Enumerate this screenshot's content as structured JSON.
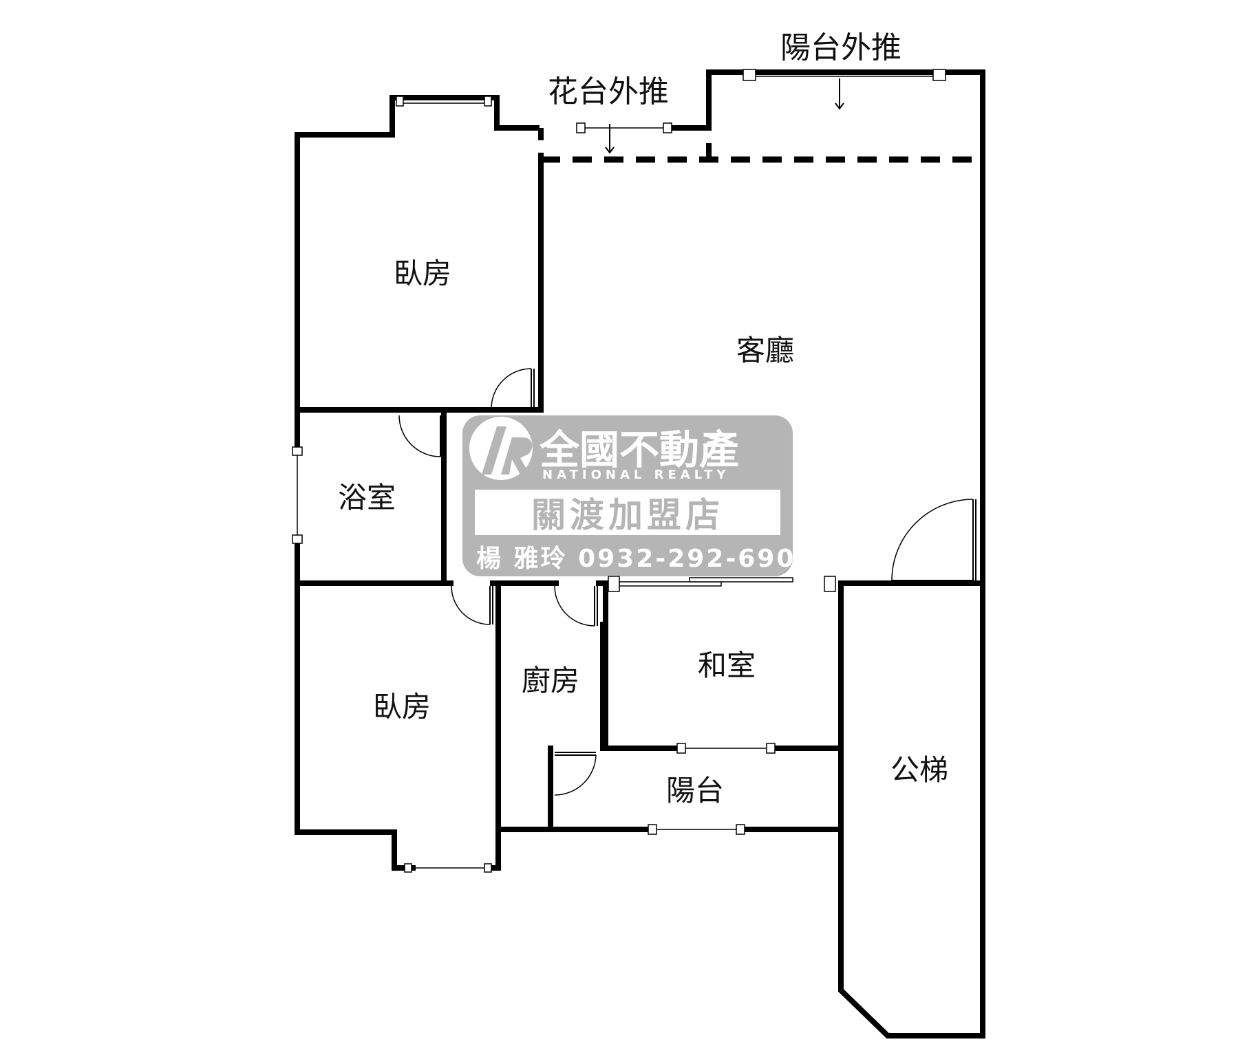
{
  "labels": {
    "bedroom_top": "臥房",
    "living_room": "客廳",
    "bathroom": "浴室",
    "bedroom_bottom": "臥房",
    "kitchen": "廚房",
    "tatami_room": "和室",
    "balcony": "陽台",
    "public_stairs": "公梯",
    "flower_bed_ext": "花台外推",
    "balcony_ext": "陽台外推"
  },
  "watermark": {
    "brand_zh": "全國不動產",
    "brand_en": "NATIONAL REALTY",
    "branch": "關渡加盟店",
    "agent": "楊 雅玲 0932-292-690"
  },
  "colors": {
    "wall": "#000000",
    "watermark_bg": "#8c8c8c",
    "watermark_text": "#ffffff"
  }
}
